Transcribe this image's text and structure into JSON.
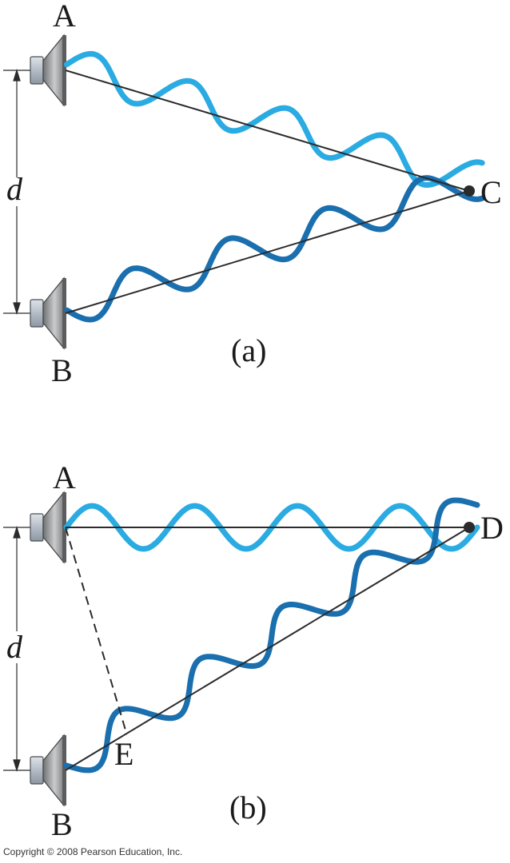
{
  "panel_a": {
    "caption": "(a)",
    "source_a": "A",
    "source_b": "B",
    "point": "C",
    "separation": "d"
  },
  "panel_b": {
    "caption": "(b)",
    "source_a": "A",
    "source_b": "B",
    "point": "D",
    "foot": "E",
    "separation": "d"
  },
  "copyright": "Copyright © 2008 Pearson Education, Inc.",
  "colors": {
    "wave_light": "#2aabe2",
    "wave_dark": "#1a6fae",
    "lines": "#2b2b2b",
    "speaker": "#8a8c8e"
  }
}
